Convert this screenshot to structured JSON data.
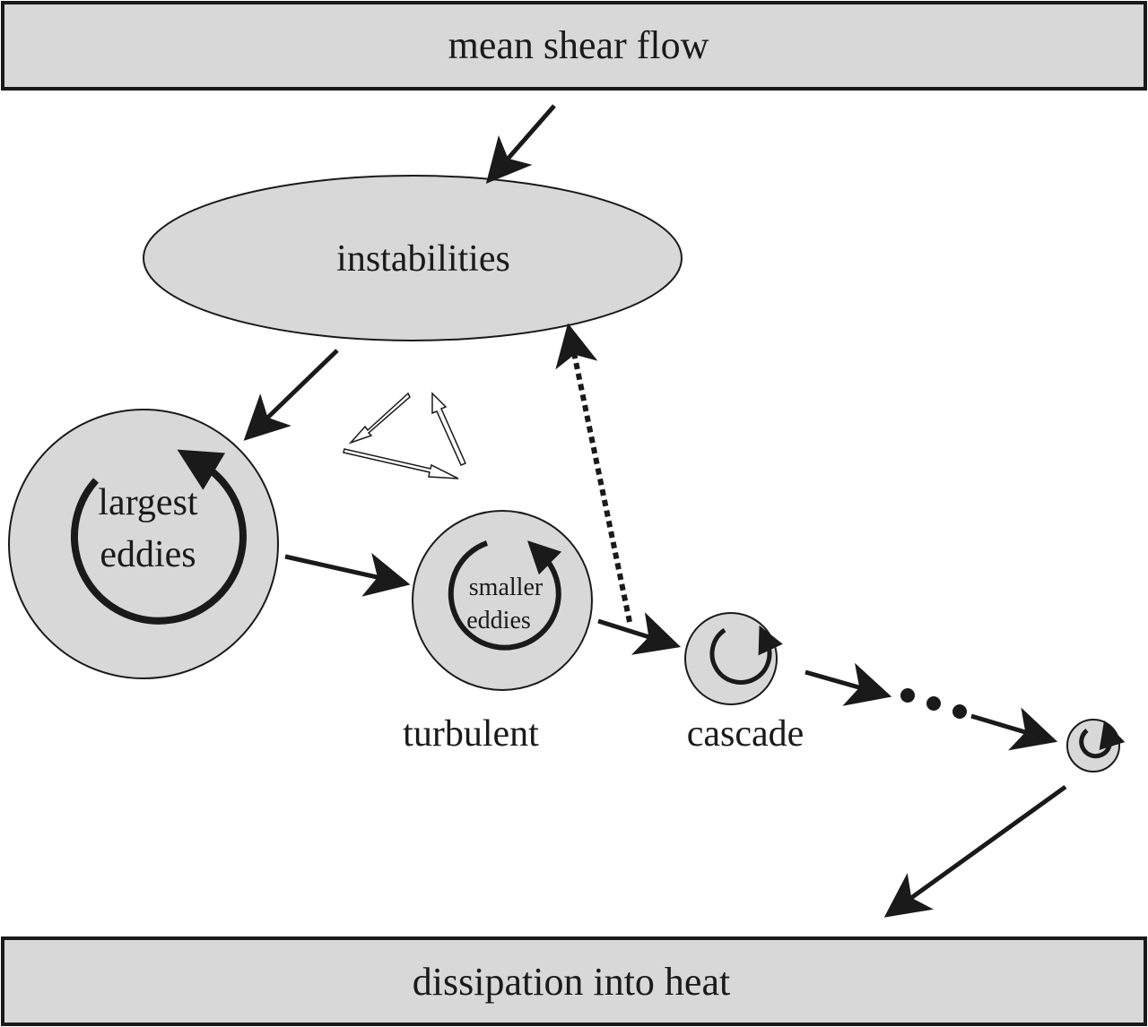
{
  "boxes": {
    "top": "mean shear flow",
    "bottom": "dissipation into heat"
  },
  "nodes": {
    "instabilities": "instabilities",
    "largest_line1": "largest",
    "largest_line2": "eddies",
    "smaller_line1": "smaller",
    "smaller_line2": "eddies"
  },
  "captions": {
    "turbulent": "turbulent",
    "cascade": "cascade"
  },
  "colors": {
    "fill": "#d8d8d8",
    "stroke": "#1a1a1a",
    "hollow_arrow_fill": "#ffffff"
  }
}
